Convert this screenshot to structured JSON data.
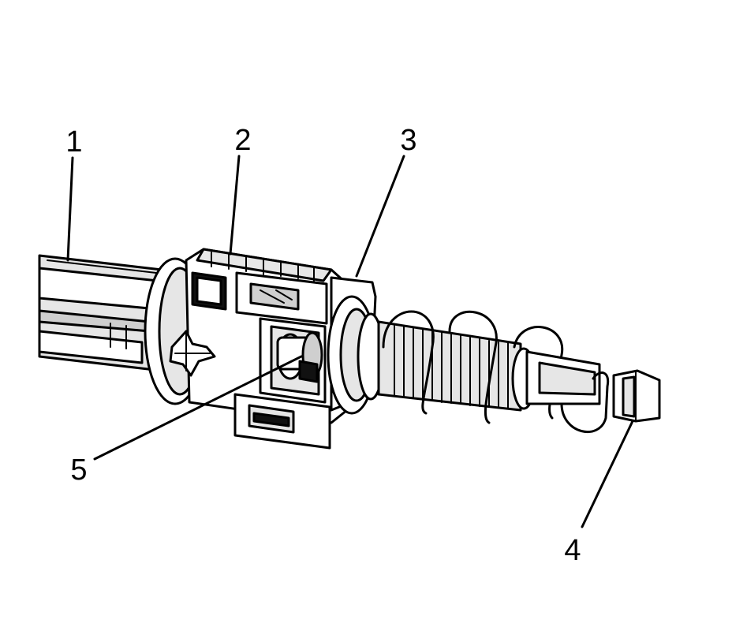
{
  "callouts": [
    {
      "id": "1",
      "label": "1"
    },
    {
      "id": "2",
      "label": "2"
    },
    {
      "id": "3",
      "label": "3"
    },
    {
      "id": "4",
      "label": "4"
    },
    {
      "id": "5",
      "label": "5"
    }
  ],
  "colors": {
    "line": "#000000",
    "background": "#ffffff",
    "shade": "#e6e6e6"
  }
}
